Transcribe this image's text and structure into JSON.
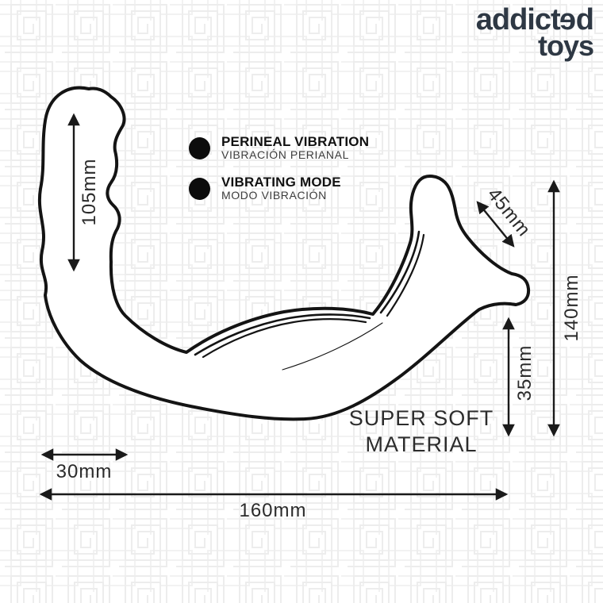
{
  "logo": {
    "word1_pre": "addict",
    "word1_flipped_letter": "e",
    "word1_post": "d",
    "word2": "toys"
  },
  "features": [
    {
      "title": "PERINEAL VIBRATION",
      "subtitle": "VIBRACIÓN PERIANAL"
    },
    {
      "title": "VIBRATING MODE",
      "subtitle": "MODO VIBRACIÓN"
    }
  ],
  "dimensions": {
    "arm_length": "105mm",
    "tip_width": "45mm",
    "total_height": "140mm",
    "base_height": "35mm",
    "small_width": "30mm",
    "total_length": "160mm"
  },
  "material_note": {
    "line1": "SUPER SOFT",
    "line2": "MATERIAL"
  },
  "colors": {
    "ink": "#141414",
    "logo": "#2e3844",
    "label_text": "#2b2b2b",
    "maze_pattern": "#ededed",
    "background": "#ffffff"
  }
}
